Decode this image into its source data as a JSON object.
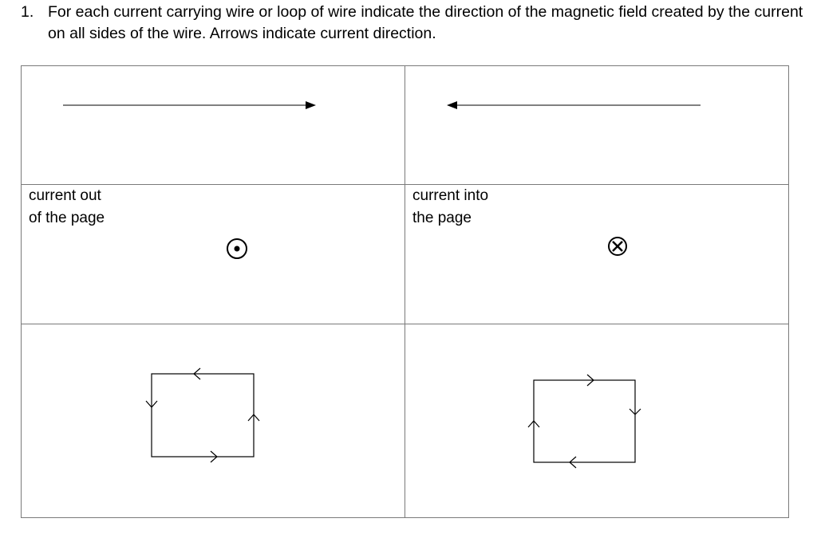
{
  "question": {
    "number": "1.",
    "text": "For each current carrying wire or loop of wire indicate the direction of the magnetic field created by the current on all sides of the wire.  Arrows indicate current direction."
  },
  "cells": {
    "wire_right": {
      "current_direction": "right"
    },
    "wire_left": {
      "current_direction": "left"
    },
    "current_out": {
      "label": "current out\nof the page",
      "symbol": "dot-in-circle"
    },
    "current_in": {
      "label": "current into\nthe page",
      "symbol": "x-in-circle"
    },
    "loop_left": {
      "circulation": "counterclockwise"
    },
    "loop_right": {
      "circulation": "clockwise"
    }
  }
}
